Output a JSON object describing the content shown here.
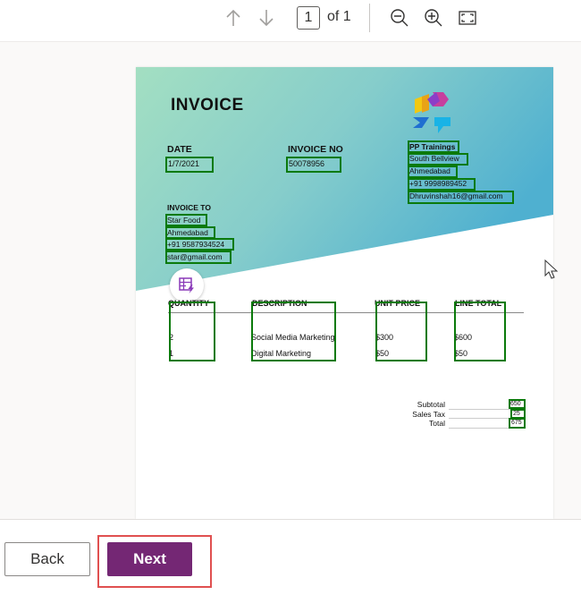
{
  "toolbar": {
    "page_number": "1",
    "page_of": "of 1",
    "icons": [
      "arrow-up-icon",
      "arrow-down-icon",
      "zoom-out-icon",
      "zoom-in-icon",
      "fit-screen-icon"
    ]
  },
  "invoice": {
    "title": "INVOICE",
    "date_label": "DATE",
    "date_value": "1/7/2021",
    "invoice_no_label": "INVOICE NO",
    "invoice_no_value": "50078956",
    "company": {
      "name": "PP Trainings",
      "street": "South Bellview",
      "city": "Ahmedabad",
      "phone": "+91 9998989452",
      "email": "Dhruvinshah16@gmail.com"
    },
    "invoice_to_label": "INVOICE TO",
    "customer": {
      "name": "Star Food",
      "city": "Ahmedabad",
      "phone": "+91 9587934524",
      "email": "star@gmail.com"
    },
    "columns": [
      "QUANTITY",
      "DESCRIPTION",
      "UNIT PRICE",
      "LINE TOTAL"
    ],
    "rows": [
      {
        "qty": "2",
        "desc": "Social Media Marketing",
        "unit": "$300",
        "total": "$600"
      },
      {
        "qty": "1",
        "desc": "Digital Marketing",
        "unit": "$50",
        "total": "$50"
      }
    ],
    "summary": {
      "subtotal_label": "Subtotal",
      "subtotal_value": "650",
      "tax_label": "Sales Tax",
      "tax_value": "25",
      "total_label": "Total",
      "total_value": "675"
    }
  },
  "footer": {
    "back_label": "Back",
    "next_label": "Next"
  },
  "colors": {
    "accent": "#742774",
    "highlight": "#e05050",
    "detection_box": "#0b7a0b",
    "gradient_start": "#9fdcc0",
    "gradient_end": "#52b1cf"
  }
}
